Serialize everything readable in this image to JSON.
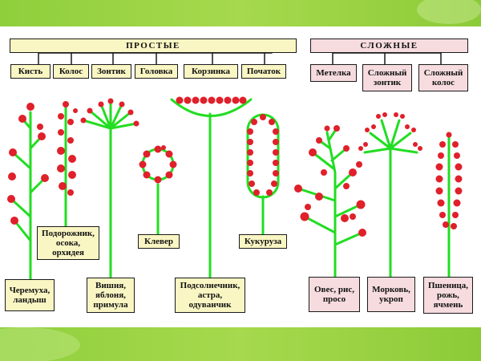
{
  "headers": {
    "simple": "ПРОСТЫЕ",
    "complex": "СЛОЖНЫЕ"
  },
  "simple_types": [
    "Кисть",
    "Колос",
    "Зонтик",
    "Головка",
    "Корзинка",
    "Початок"
  ],
  "complex_types": [
    "Метелка",
    "Сложный зонтик",
    "Сложный колос"
  ],
  "examples": {
    "raceme": "Черемуха, ландыш",
    "spike": "Подорожник, осока, орхидея",
    "umbel": "Вишня, яблоня, примула",
    "head": "Клевер",
    "basket": "Подсолнечник, астра, одуванчик",
    "spadix": "Кукуруза",
    "panicle": "Овес, рис, просо",
    "compound_umbel": "Морковь, укроп",
    "compound_spike": "Пшеница, рожь, ячмень"
  },
  "colors": {
    "stem": "#22dd22",
    "flower": "#e0202a",
    "simple_header": "#faf6c4",
    "complex_header": "#f6dcdf",
    "page_green": "#8fcf3c"
  }
}
